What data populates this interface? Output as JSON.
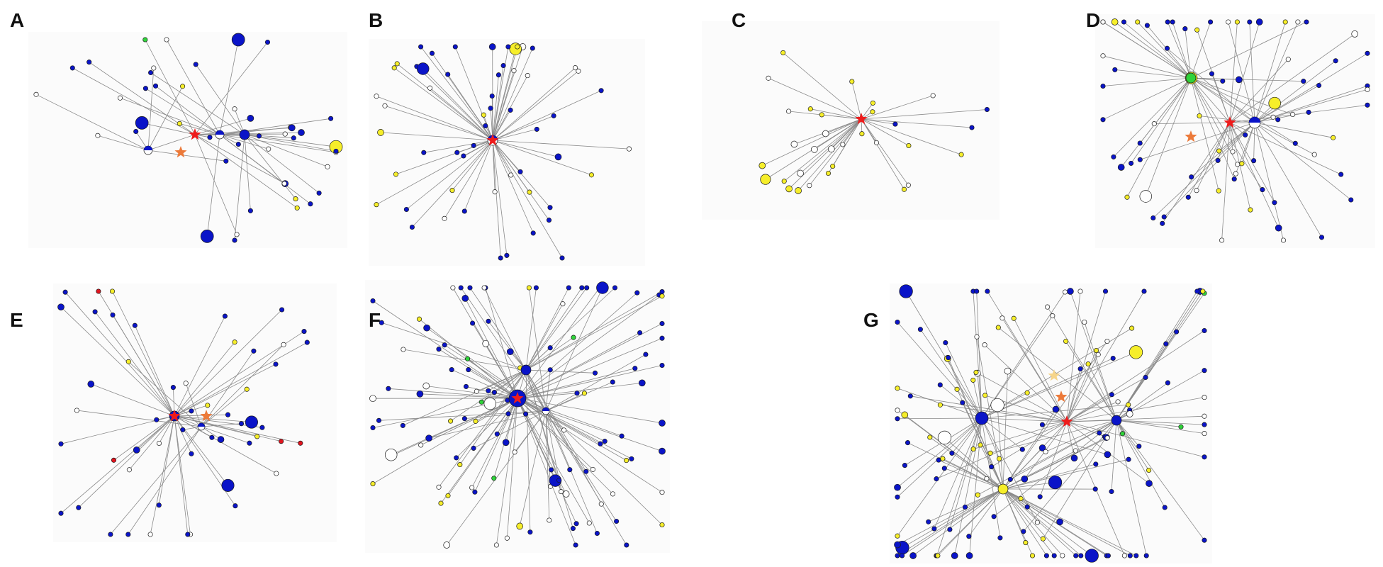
{
  "colors": {
    "blue": "#0a14c8",
    "white": "#ffffff",
    "yellow": "#f6ee2a",
    "green": "#2fd33a",
    "red": "#e0141e",
    "star_red": "#ee1c1c",
    "star_orange": "#ec7a3a",
    "star_light": "#f6d58a",
    "edge": "#8a8a8a"
  },
  "panels": [
    {
      "label": "A",
      "node_count": 45,
      "stars": [
        "star_red",
        "star_orange"
      ]
    },
    {
      "label": "B",
      "node_count": 56,
      "stars": [
        "star_red"
      ]
    },
    {
      "label": "C",
      "node_count": 32,
      "stars": [
        "star_red"
      ]
    },
    {
      "label": "D",
      "node_count": 78,
      "stars": [
        "star_red",
        "star_orange"
      ]
    },
    {
      "label": "E",
      "node_count": 52,
      "stars": [
        "star_red",
        "star_orange"
      ]
    },
    {
      "label": "F",
      "node_count": 118,
      "stars": [
        "star_red"
      ]
    },
    {
      "label": "G",
      "node_count": 150,
      "stars": [
        "star_red",
        "star_orange",
        "star_light"
      ]
    }
  ]
}
